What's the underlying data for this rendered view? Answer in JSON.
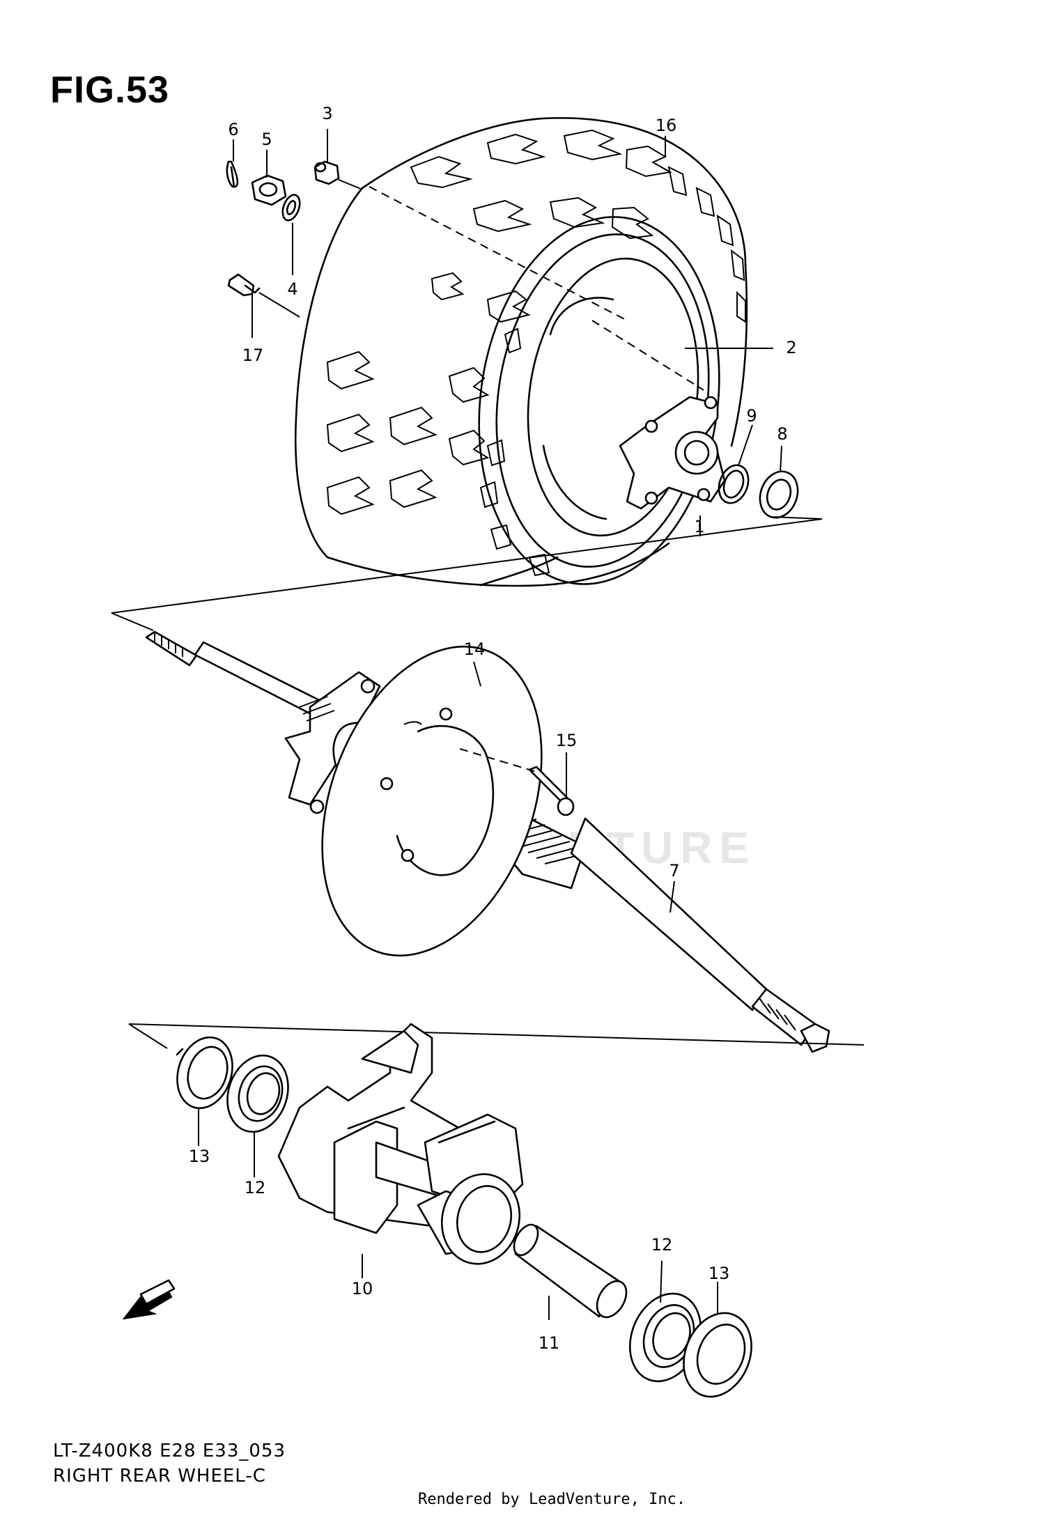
{
  "figure": {
    "title": "FIG.53",
    "model_code": "LT-Z400K8 E28 E33_053",
    "caption": "RIGHT REAR WHEEL-C",
    "rendered_by": "Rendered by LeadVenture, Inc.",
    "watermark": "LEADVENTURE"
  },
  "fwd_label": "FWD",
  "callouts": [
    {
      "id": "6",
      "label": "6"
    },
    {
      "id": "5",
      "label": "5"
    },
    {
      "id": "3",
      "label": "3"
    },
    {
      "id": "16",
      "label": "16"
    },
    {
      "id": "4",
      "label": "4"
    },
    {
      "id": "17",
      "label": "17"
    },
    {
      "id": "2",
      "label": "2"
    },
    {
      "id": "9",
      "label": "9"
    },
    {
      "id": "8",
      "label": "8"
    },
    {
      "id": "1",
      "label": "1"
    },
    {
      "id": "14",
      "label": "14"
    },
    {
      "id": "15",
      "label": "15"
    },
    {
      "id": "7",
      "label": "7"
    },
    {
      "id": "13a",
      "label": "13"
    },
    {
      "id": "12a",
      "label": "12"
    },
    {
      "id": "10",
      "label": "10"
    },
    {
      "id": "12b",
      "label": "12"
    },
    {
      "id": "13b",
      "label": "13"
    },
    {
      "id": "11",
      "label": "11"
    }
  ]
}
